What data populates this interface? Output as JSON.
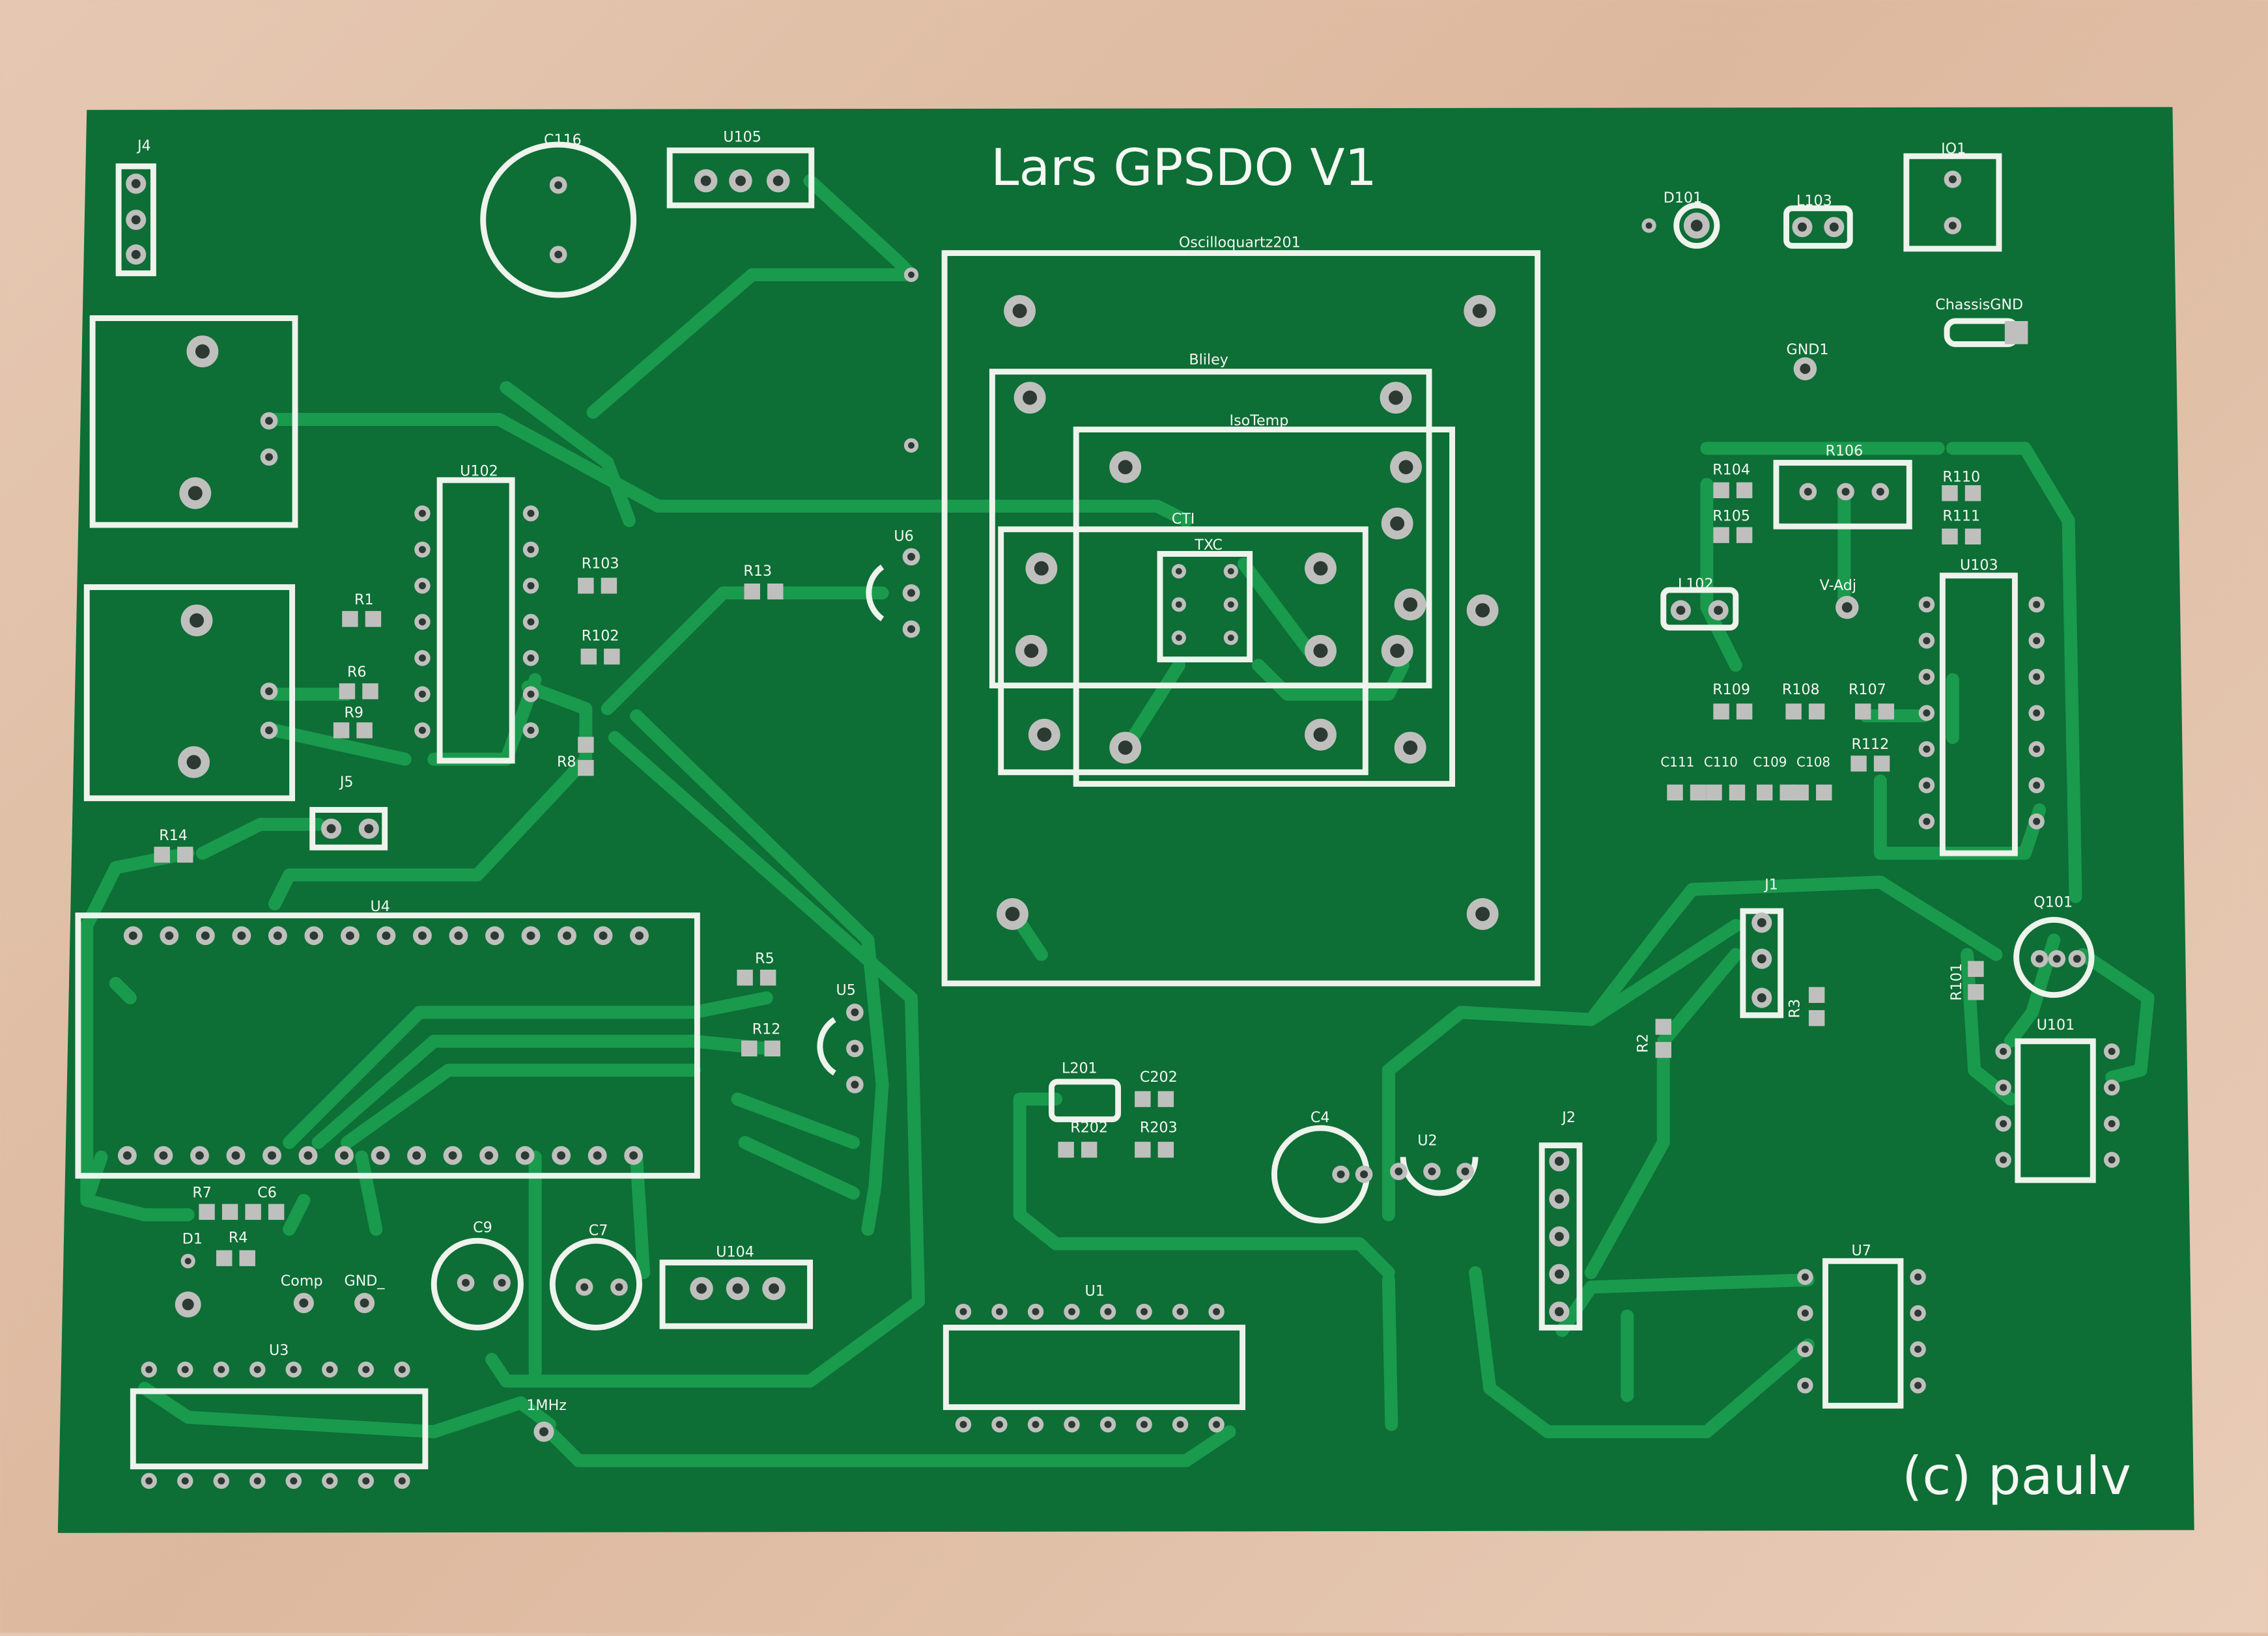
{
  "board": {
    "title": "Lars  GPSDO  V1",
    "copyright": "(c)  paulv",
    "colors": {
      "soldermask": "#0d6e36",
      "trace": "#1a9a4c",
      "silkscreen": "#eef3ec",
      "pad": "#bfc0bd",
      "background": "#e2c2ab"
    }
  },
  "labels": {
    "j4": "J4",
    "c116": "C116",
    "u105": "U105",
    "osc": "Oscilloquartz201",
    "bliley": "Bliley",
    "isotemp": "IsoTemp",
    "cti": "CTI",
    "txc": "TXC",
    "d101": "D101",
    "l103": "L103",
    "io1": "IO1",
    "chassis": "ChassisGND",
    "gnd1": "GND1",
    "r106": "R106",
    "r104": "R104",
    "r105": "R105",
    "r110": "R110",
    "r111": "R111",
    "u103": "U103",
    "l102": "L102",
    "vadj": "V-Adj",
    "r109": "R109",
    "r108": "R108",
    "r107": "R107",
    "r112": "R112",
    "c111": "C111",
    "c110": "C110",
    "c109": "C109",
    "c108": "C108",
    "u102": "U102",
    "r1": "R1",
    "r6": "R6",
    "r9": "R9",
    "r103": "R103",
    "r102": "R102",
    "r8": "R8",
    "r13": "R13",
    "u6": "U6",
    "j5": "J5",
    "r14": "R14",
    "u4": "U4",
    "r5": "R5",
    "r12": "R12",
    "u5": "U5",
    "l201": "L201",
    "c202": "C202",
    "r202": "R202",
    "r203": "R203",
    "c4": "C4",
    "u2": "U2",
    "j1": "J1",
    "r3": "R3",
    "r2": "R2",
    "q101": "Q101",
    "r101": "R101",
    "u101": "U101",
    "j2": "J2",
    "u7": "U7",
    "r7": "R7",
    "c6": "C6",
    "d1": "D1",
    "r4": "R4",
    "comp": "Comp",
    "gnd": "GND_",
    "c9": "C9",
    "c7": "C7",
    "u104": "U104",
    "u3": "U3",
    "mhz": "1MHz",
    "u1": "U1"
  }
}
